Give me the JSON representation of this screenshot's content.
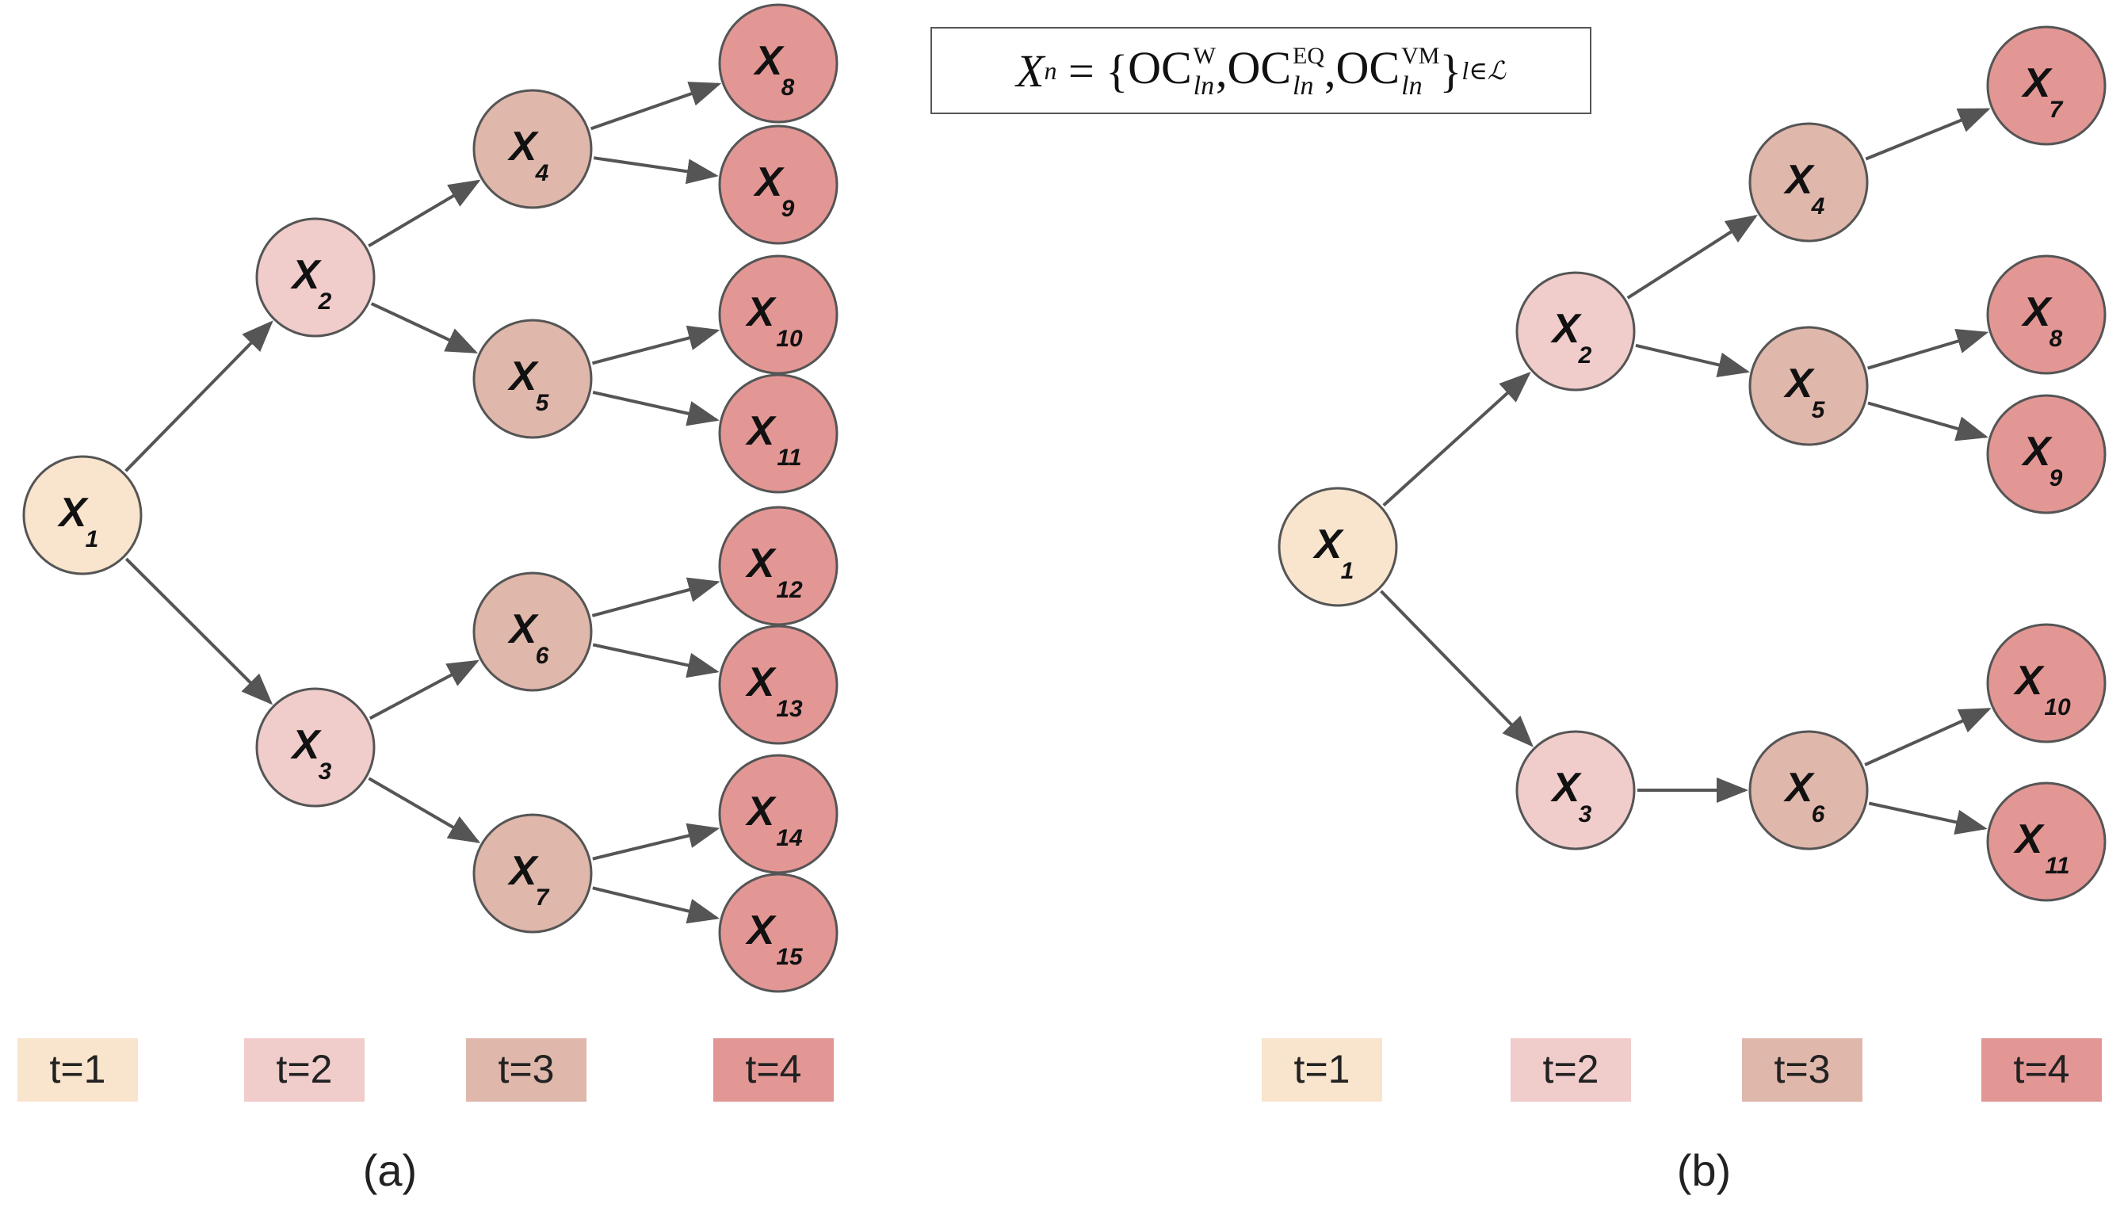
{
  "formula": {
    "lhs": "X",
    "lhs_sub": "n",
    "eq": "= {",
    "terms": [
      {
        "base": "OC",
        "sup": "W",
        "sub": "ln"
      },
      {
        "base": "OC",
        "sup": "EQ",
        "sub": "ln"
      },
      {
        "base": "OC",
        "sup": "VM",
        "sub": "ln"
      }
    ],
    "close": "}",
    "close_sub": "l∈ℒ"
  },
  "colors": {
    "t1": "#f9e4cd",
    "t2": "#f0cccb",
    "t3": "#dfb7ab",
    "t4": "#e39795",
    "edge": "#555555",
    "node_stroke": "#555555"
  },
  "legend": [
    "t=1",
    "t=2",
    "t=3",
    "t=4"
  ],
  "panels": [
    {
      "label": "(a)",
      "nodes": [
        {
          "id": "1",
          "var": "X",
          "sub": "1",
          "level": 1
        },
        {
          "id": "2",
          "var": "X",
          "sub": "2",
          "level": 2
        },
        {
          "id": "3",
          "var": "X",
          "sub": "3",
          "level": 2
        },
        {
          "id": "4",
          "var": "X",
          "sub": "4",
          "level": 3
        },
        {
          "id": "5",
          "var": "X",
          "sub": "5",
          "level": 3
        },
        {
          "id": "6",
          "var": "X",
          "sub": "6",
          "level": 3
        },
        {
          "id": "7",
          "var": "X",
          "sub": "7",
          "level": 3
        },
        {
          "id": "8",
          "var": "X",
          "sub": "8",
          "level": 4
        },
        {
          "id": "9",
          "var": "X",
          "sub": "9",
          "level": 4
        },
        {
          "id": "10",
          "var": "X",
          "sub": "10",
          "level": 4
        },
        {
          "id": "11",
          "var": "X",
          "sub": "11",
          "level": 4
        },
        {
          "id": "12",
          "var": "X",
          "sub": "12",
          "level": 4
        },
        {
          "id": "13",
          "var": "X",
          "sub": "13",
          "level": 4
        },
        {
          "id": "14",
          "var": "X",
          "sub": "14",
          "level": 4
        },
        {
          "id": "15",
          "var": "X",
          "sub": "15",
          "level": 4
        }
      ],
      "edges": [
        [
          "1",
          "2"
        ],
        [
          "1",
          "3"
        ],
        [
          "2",
          "4"
        ],
        [
          "2",
          "5"
        ],
        [
          "3",
          "6"
        ],
        [
          "3",
          "7"
        ],
        [
          "4",
          "8"
        ],
        [
          "4",
          "9"
        ],
        [
          "5",
          "10"
        ],
        [
          "5",
          "11"
        ],
        [
          "6",
          "12"
        ],
        [
          "6",
          "13"
        ],
        [
          "7",
          "14"
        ],
        [
          "7",
          "15"
        ]
      ]
    },
    {
      "label": "(b)",
      "nodes": [
        {
          "id": "1",
          "var": "X",
          "sub": "1",
          "level": 1
        },
        {
          "id": "2",
          "var": "X",
          "sub": "2",
          "level": 2
        },
        {
          "id": "3",
          "var": "X",
          "sub": "3",
          "level": 2
        },
        {
          "id": "4",
          "var": "X",
          "sub": "4",
          "level": 3
        },
        {
          "id": "5",
          "var": "X",
          "sub": "5",
          "level": 3
        },
        {
          "id": "6",
          "var": "X",
          "sub": "6",
          "level": 3
        },
        {
          "id": "7",
          "var": "X",
          "sub": "7",
          "level": 4
        },
        {
          "id": "8",
          "var": "X",
          "sub": "8",
          "level": 4
        },
        {
          "id": "9",
          "var": "X",
          "sub": "9",
          "level": 4
        },
        {
          "id": "10",
          "var": "X",
          "sub": "10",
          "level": 4
        },
        {
          "id": "11",
          "var": "X",
          "sub": "11",
          "level": 4
        }
      ],
      "edges": [
        [
          "1",
          "2"
        ],
        [
          "1",
          "3"
        ],
        [
          "2",
          "4"
        ],
        [
          "2",
          "5"
        ],
        [
          "3",
          "6"
        ],
        [
          "4",
          "7"
        ],
        [
          "5",
          "8"
        ],
        [
          "5",
          "9"
        ],
        [
          "6",
          "10"
        ],
        [
          "6",
          "11"
        ]
      ]
    }
  ]
}
